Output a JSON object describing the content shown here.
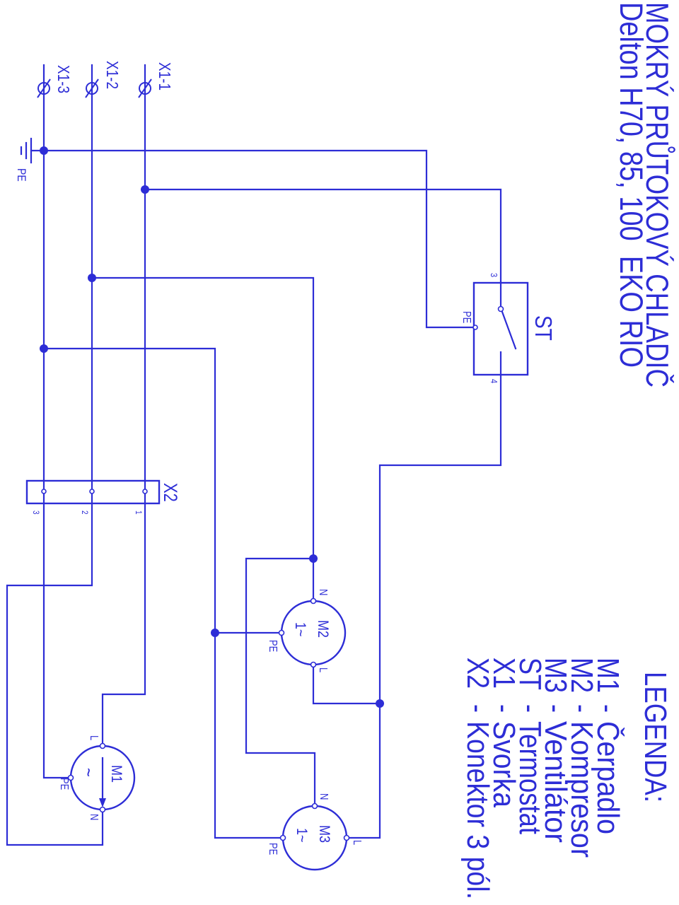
{
  "title": {
    "line1": "MOKRÝ PRŮTOKOVÝ CHLADIČ",
    "line2": "Delton H70, 85, 100  EKO RIO"
  },
  "legend": {
    "heading": "LEGENDA:",
    "separator": "-",
    "items": [
      {
        "code": "M1",
        "name": "Čerpadlo"
      },
      {
        "code": "M2",
        "name": "Kompresor"
      },
      {
        "code": "M3",
        "name": "Ventilátor"
      },
      {
        "code": "ST",
        "name": "Termostat"
      },
      {
        "code": "X1",
        "name": "Svorka"
      },
      {
        "code": "X2",
        "name": "Konektor 3 pól."
      }
    ]
  },
  "terminal_block_x1": {
    "terminals": [
      "X1-1",
      "X1-2",
      "X1-3"
    ]
  },
  "ground": {
    "label": "PE"
  },
  "thermostat_st": {
    "label": "ST",
    "pin_in": "3",
    "pin_out": "4",
    "pin_pe": "PE"
  },
  "connector_x2": {
    "label": "X2",
    "pins": [
      "1",
      "2",
      "3"
    ]
  },
  "motors": [
    {
      "label": "M1",
      "symbol": "~",
      "pin_l": "L",
      "pin_n": "N",
      "pin_pe": "PE"
    },
    {
      "label": "M2",
      "symbol": "1~",
      "pin_l": "L",
      "pin_n": "N",
      "pin_pe": "PE"
    },
    {
      "label": "M3",
      "symbol": "1~",
      "pin_l": "L",
      "pin_n": "N",
      "pin_pe": "PE"
    }
  ],
  "colors": {
    "ink": "#2d2dd6",
    "background": "#ffffff"
  }
}
